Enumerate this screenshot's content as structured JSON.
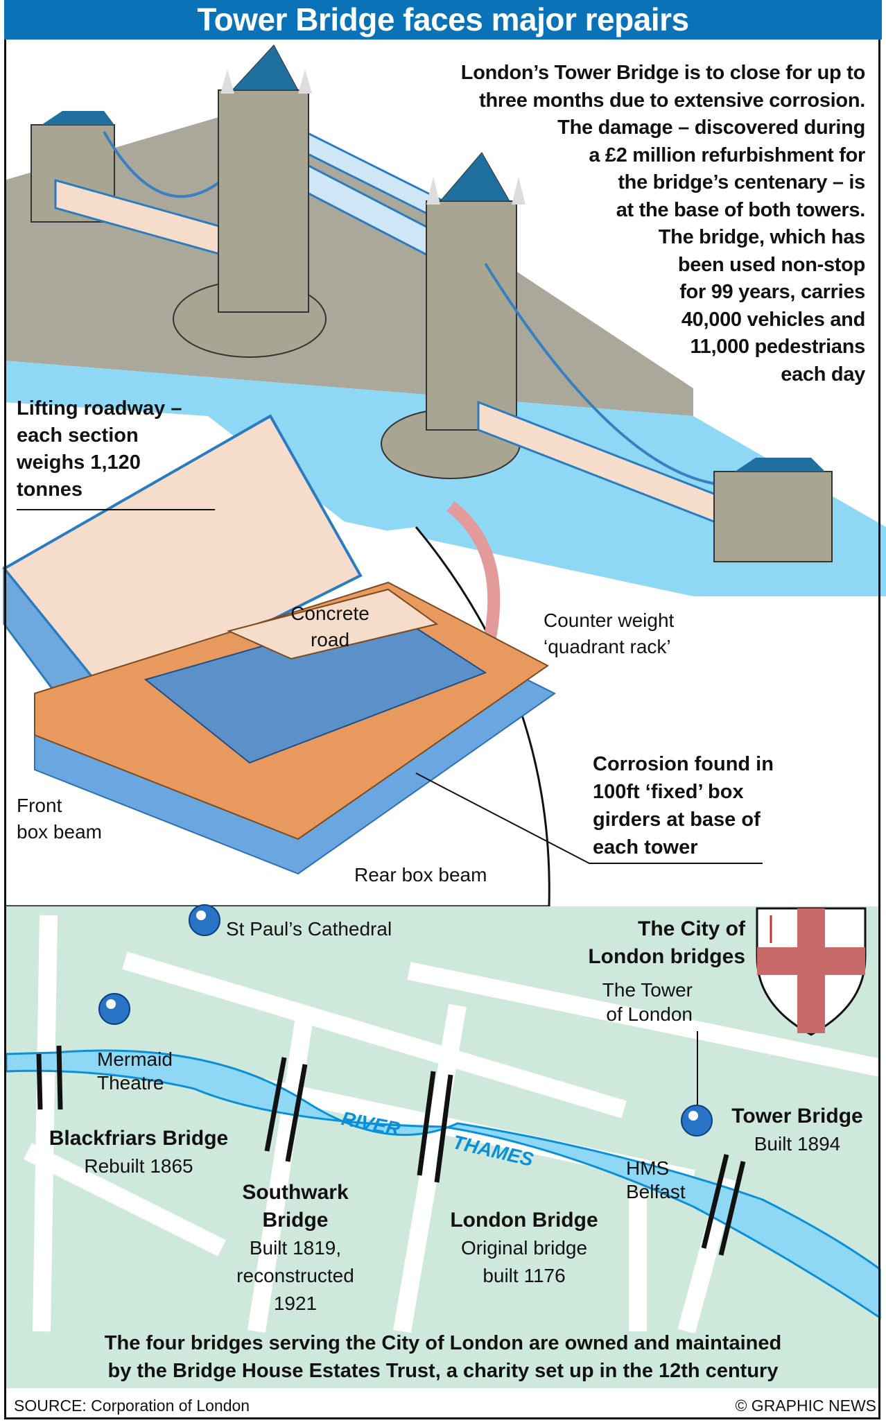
{
  "title": "Tower Bridge faces major repairs",
  "intro_lines": [
    "London’s Tower Bridge is to close for up to",
    "three months due to extensive corrosion.",
    "The damage – discovered during",
    "a £2 million refurbishment for",
    "the bridge’s centenary – is",
    "at the base of both towers.",
    "The bridge, which has",
    "been used non-stop",
    "for 99 years, carries",
    "40,000 vehicles and",
    "11,000 pedestrians",
    "each day"
  ],
  "diagram": {
    "lifting_roadway": [
      "Lifting roadway –",
      "each section",
      "weighs 1,120",
      "tonnes"
    ],
    "concrete_road": [
      "Concrete",
      "road"
    ],
    "counter_weight": [
      "Counter weight",
      "‘quadrant rack’"
    ],
    "corrosion": [
      "Corrosion found in",
      "100ft ‘fixed’ box",
      "girders at base of",
      "each tower"
    ],
    "front_box_beam": [
      "Front",
      "box beam"
    ],
    "rear_box_beam": "Rear box beam"
  },
  "map": {
    "st_pauls": "St Paul’s Cathedral",
    "heading": [
      "The City of",
      "London bridges"
    ],
    "tower_of_london": [
      "The Tower",
      "of London"
    ],
    "mermaid": [
      "Mermaid",
      "Theatre"
    ],
    "river": [
      "RIVER",
      "THAMES"
    ],
    "hms_belfast": [
      "HMS",
      "Belfast"
    ],
    "bridges": [
      {
        "name": "Blackfriars Bridge",
        "detail": [
          "Rebuilt 1865"
        ]
      },
      {
        "name": "Southwark Bridge",
        "name_lines": [
          "Southwark",
          "Bridge"
        ],
        "detail": [
          "Built 1819,",
          "reconstructed",
          "1921"
        ]
      },
      {
        "name": "London Bridge",
        "detail": [
          "Original bridge",
          "built 1176"
        ]
      },
      {
        "name": "Tower Bridge",
        "detail": [
          "Built 1894"
        ]
      }
    ],
    "caption": [
      "The four bridges serving the City of London are owned and maintained",
      "by the Bridge House Estates Trust, a charity set up in the 12th century"
    ]
  },
  "footer": {
    "source": "SOURCE: Corporation of London",
    "credit": "© GRAPHIC NEWS"
  },
  "colors": {
    "title_bg": "#0a73b8",
    "river": "#8fd8f5",
    "river_edge": "#0a90d8",
    "map_bg": "#cfe8dc",
    "stone": "#a9a593",
    "roof": "#1f6f9f",
    "road_orange": "#e89a5e"
  }
}
